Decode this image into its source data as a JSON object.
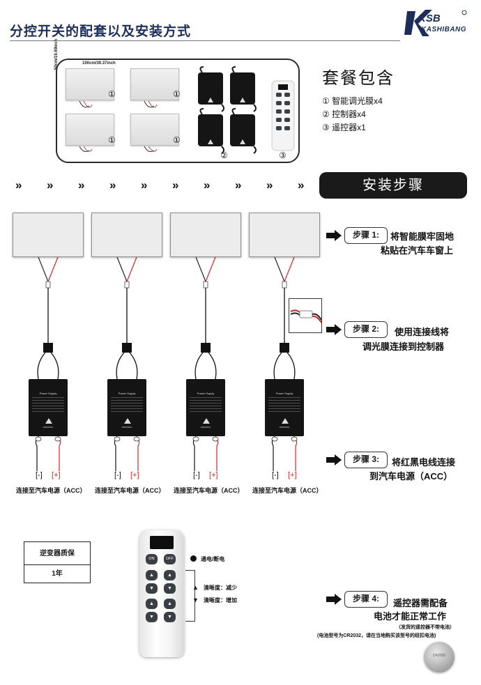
{
  "header": {
    "title": "分控开关的配套以及安装方式",
    "logo_name": "KSB",
    "logo_sub": "KASHIBANG"
  },
  "package": {
    "dim_width": "100cm/39.37inch",
    "dim_height": "50cm/19.69inch",
    "circle_film": "①",
    "circle_controller": "②",
    "circle_remote": "③",
    "title": "套餐包含",
    "items": [
      "① 智能调光膜x4",
      "② 控制器x4",
      "③ 遥控器x1"
    ]
  },
  "install": {
    "chevron": "»",
    "banner": "安装步骤"
  },
  "controller": {
    "title": "Power Supply",
    "warning": "WARNING"
  },
  "terminals": {
    "negative": "[-]",
    "positive": "[+]",
    "acc_label": "连接至汽车电源（ACC）"
  },
  "steps": [
    {
      "badge": "步骤 1:",
      "line1": "将智能膜牢固地",
      "line2": "粘贴在汽车车窗上"
    },
    {
      "badge": "步骤 2:",
      "line1": "使用连接线将",
      "line2": "调光膜连接到控制器"
    },
    {
      "badge": "步骤 3:",
      "line1": "将红黑电线连接",
      "line2": "到汽车电源（ACC）"
    },
    {
      "badge": "步骤 4:",
      "line1": "遥控器需配备",
      "line2": "电池才能正常工作",
      "note1": "（发货的遥控器不带电池）",
      "note2": "(电池型号为CR2032，请在当地购买该型号的纽扣电池)"
    }
  ],
  "warranty": {
    "header": "逆变器质保",
    "value": "1年"
  },
  "remote": {
    "on": "ON",
    "off": "OFF",
    "power_label": "通电/断电",
    "clarity_down": "清晰度：减少",
    "clarity_up": "清晰度：增加"
  },
  "coin": {
    "text": "CR2032"
  },
  "colors": {
    "brand": "#1c2e58",
    "positive": "#e02020",
    "banner_bg": "#1a1a1a"
  }
}
